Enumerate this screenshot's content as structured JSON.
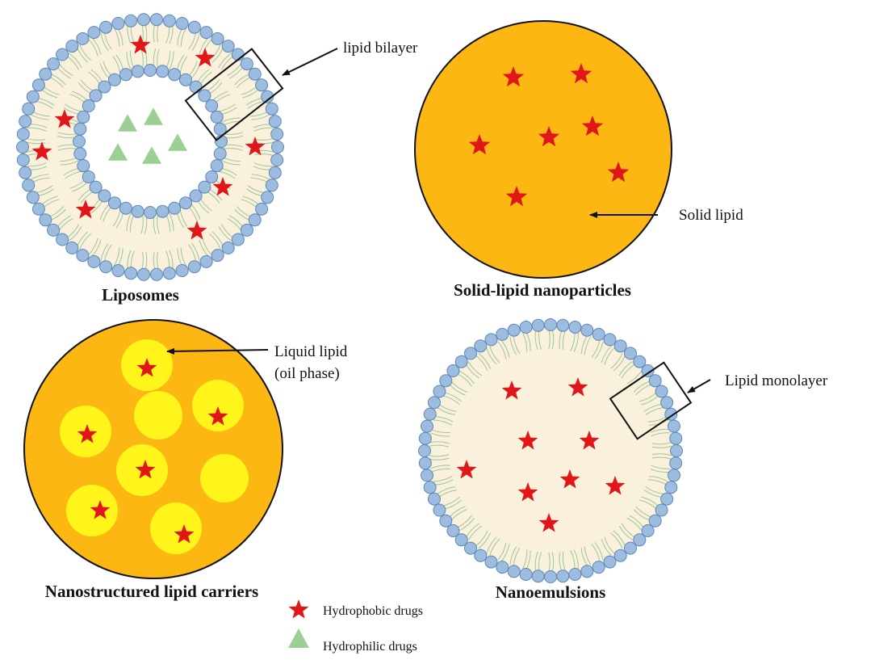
{
  "panels": {
    "liposomes": {
      "caption": "Liposomes",
      "callout": "lipid bilayer"
    },
    "sln": {
      "caption": "Solid-lipid nanoparticles",
      "callout": "Solid lipid"
    },
    "nlc": {
      "caption": "Nanostructured lipid carriers",
      "callout_line1": "Liquid lipid",
      "callout_line2": "(oil phase)"
    },
    "nanoemulsions": {
      "caption": "Nanoemulsions",
      "callout": "Lipid monolayer"
    }
  },
  "legend": {
    "hydrophobic": {
      "label": "Hydrophobic drugs",
      "icon": "red-star-icon"
    },
    "hydrophilic": {
      "label": "Hydrophilic drugs",
      "icon": "green-triangle-icon"
    }
  },
  "colors": {
    "head": "#9dbde0",
    "head_stroke": "#5f86b8",
    "tail": "#9fc59a",
    "core_cream": "#f9f1dc",
    "solid_lipid": "#fdb713",
    "liquid_lipid": "#fff51a",
    "star": "#e0161b",
    "triangle": "#9ccf93"
  }
}
